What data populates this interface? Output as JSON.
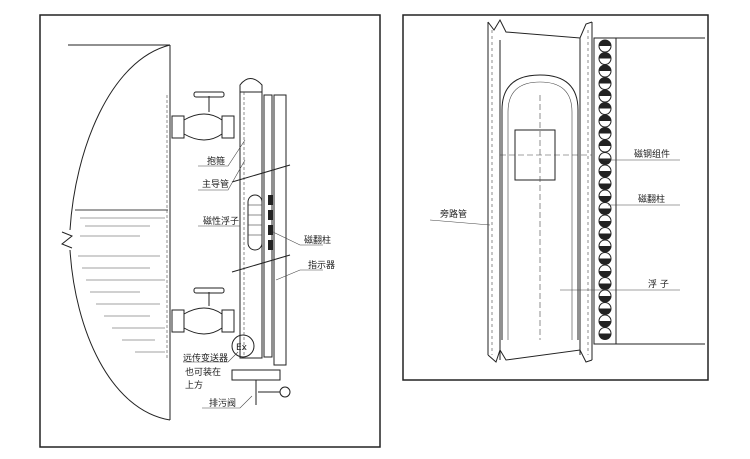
{
  "left_diagram": {
    "labels": {
      "clamp": "抱箍",
      "main_tube": "主导管",
      "magnetic_float": "磁性浮子",
      "flip_column": "磁翻柱",
      "indicator": "指示器",
      "transmitter_line1": "远传变送器",
      "transmitter_line2": "也可装在",
      "transmitter_line3": "上方",
      "drain_valve": "排污阀",
      "ex_mark": "Ex"
    }
  },
  "right_diagram": {
    "labels": {
      "magnet_assembly": "磁钢组件",
      "flip_column": "磁翻柱",
      "bypass_tube": "旁路管",
      "float": "浮 子"
    }
  }
}
